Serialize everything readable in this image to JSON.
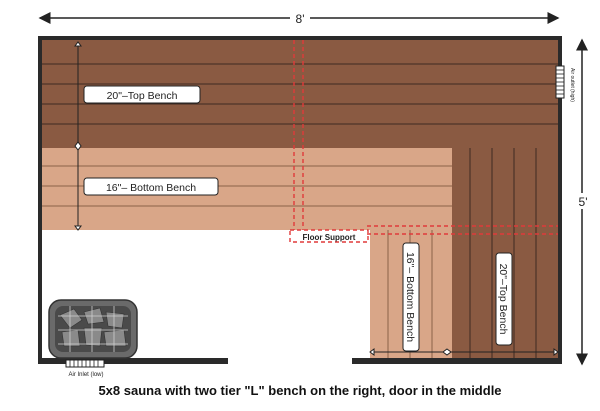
{
  "dimensions": {
    "width_label": "8'",
    "height_label": "5'"
  },
  "benches": {
    "top_left": "20\"–Top Bench",
    "bottom_left": "16\"– Bottom Bench",
    "bottom_right": "16\"– Bottom Bench",
    "top_right": "20\"–Top Bench"
  },
  "floor_support_label": "Floor Support",
  "air_outlet_label": "Air outlet (high)",
  "air_inlet_label": "Air Inlet (low)",
  "caption": "5x8 sauna with two tier \"L\" bench on the right, door in the middle",
  "colors": {
    "wall": "#2a2a2a",
    "top_bench": "#8a5a42",
    "bottom_bench": "#d9a688",
    "bench_line": "#3d2a22",
    "support": "#e03a3a",
    "heater": "#555555"
  }
}
